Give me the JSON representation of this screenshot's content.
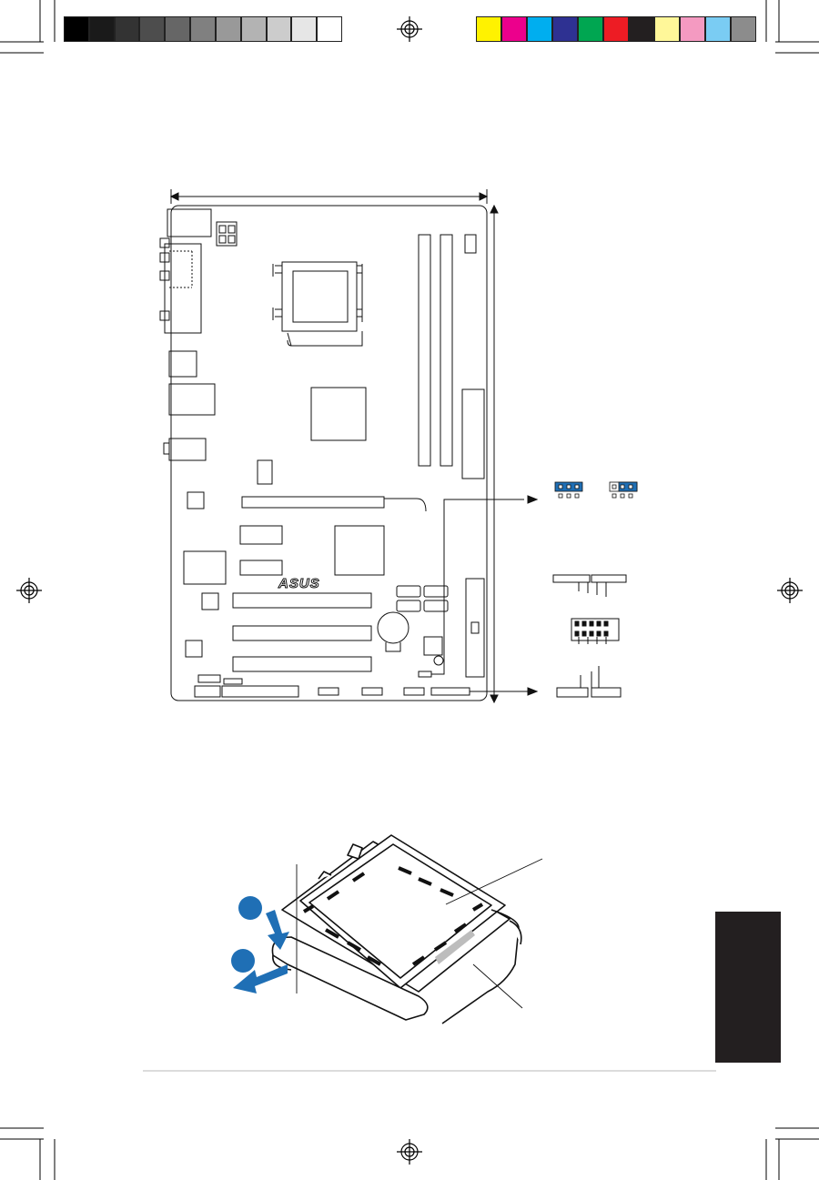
{
  "print_marks": {
    "gray_swatches": [
      "#000000",
      "#1a1a1a",
      "#333333",
      "#4d4d4d",
      "#666666",
      "#808080",
      "#999999",
      "#b3b3b3",
      "#cccccc",
      "#e6e6e6",
      "#ffffff"
    ],
    "color_swatches": [
      "#fff200",
      "#ec008c",
      "#00aeef",
      "#2e3192",
      "#00a651",
      "#ed1c24",
      "#231f20",
      "#fff799",
      "#f49ac1",
      "#7accf3",
      "#8c8c8c"
    ]
  },
  "board": {
    "brand_logo": "ASUS",
    "colors": {
      "line": "#111111",
      "accent_blue": "#1f6fb5"
    }
  },
  "socket_illustration": {
    "step_markers": [
      "step-1",
      "step-2"
    ],
    "colors": {
      "arrow": "#1f6fb5",
      "line": "#111111"
    }
  },
  "side_tab": {
    "color": "#231f20"
  }
}
